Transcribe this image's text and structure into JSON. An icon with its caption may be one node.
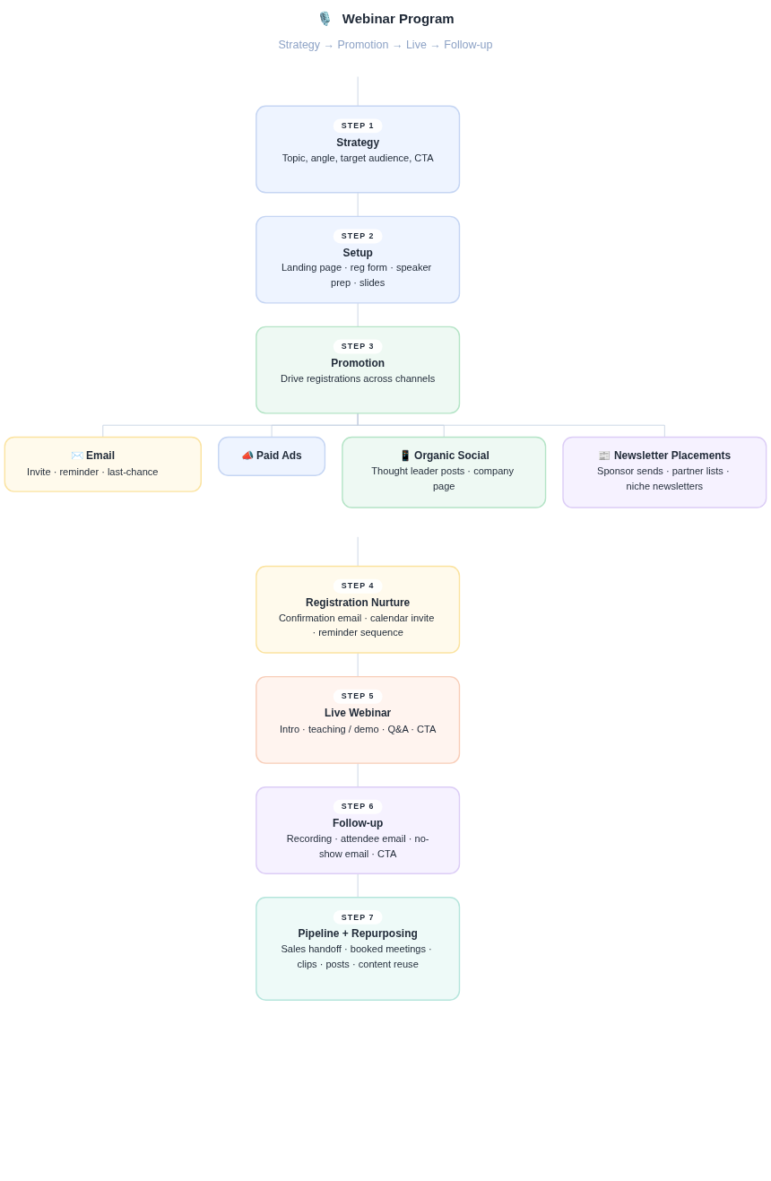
{
  "diagram": {
    "title": "🎙️ Webinar Program",
    "nodes": [
      {
        "text": [
          "STEP 1",
          "Strategy",
          "Topic, angle, target audience, CTA"
        ]
      },
      {
        "text": [
          "STEP 2",
          "Setup",
          "Landing page · reg form · speaker prep · slides"
        ]
      },
      {
        "text": [
          "STEP 3",
          "Promotion",
          "Drive registrations across channels"
        ]
      },
      {
        "text": [
          "✉️ Email",
          "Invite · reminder · last-chance"
        ]
      },
      {
        "text": [
          "📣 Paid Ads"
        ]
      },
      {
        "text": [
          "📱 Organic Social",
          "Thought leader posts · company page"
        ]
      },
      {
        "text": [
          "📰 Newsletter Placements",
          "Sponsor sends · partner lists · niche newsletters"
        ]
      },
      {
        "text": [
          "STEP 4",
          "Registration Nurture",
          "Confirmation email · calendar invite · reminder sequence"
        ]
      },
      {
        "text": [
          "STEP 5",
          "Live Webinar",
          "Intro · teaching / demo · Q&A · CTA"
        ]
      },
      {
        "text": [
          "STEP 6",
          "Follow-up",
          "Recording · attendee email · no-show email · CTA"
        ]
      },
      {
        "text": [
          "STEP 7",
          "Pipeline + Repurposing",
          "Sales handoff · booked meetings · clips · posts · content reuse"
        ]
      }
    ],
    "edges": [
      {
        "from": null,
        "to": 0,
        "arrow": "none"
      },
      {
        "from": 0,
        "to": 1,
        "arrow": "none"
      },
      {
        "from": 1,
        "to": 2,
        "arrow": "none"
      },
      {
        "from": 2,
        "to": 3,
        "arrow": "none"
      },
      {
        "from": 2,
        "to": 4,
        "arrow": "none"
      },
      {
        "from": 2,
        "to": 5,
        "arrow": "none"
      },
      {
        "from": 2,
        "to": 6,
        "arrow": "none"
      },
      {
        "from": null,
        "to": 7,
        "arrow": "none"
      },
      {
        "from": 7,
        "to": 8,
        "arrow": "none"
      },
      {
        "from": 8,
        "to": 9,
        "arrow": "none"
      },
      {
        "from": 9,
        "to": 10,
        "arrow": "none"
      }
    ],
    "labels": [
      "Strategy → Promotion → Live → Follow-up"
    ]
  }
}
